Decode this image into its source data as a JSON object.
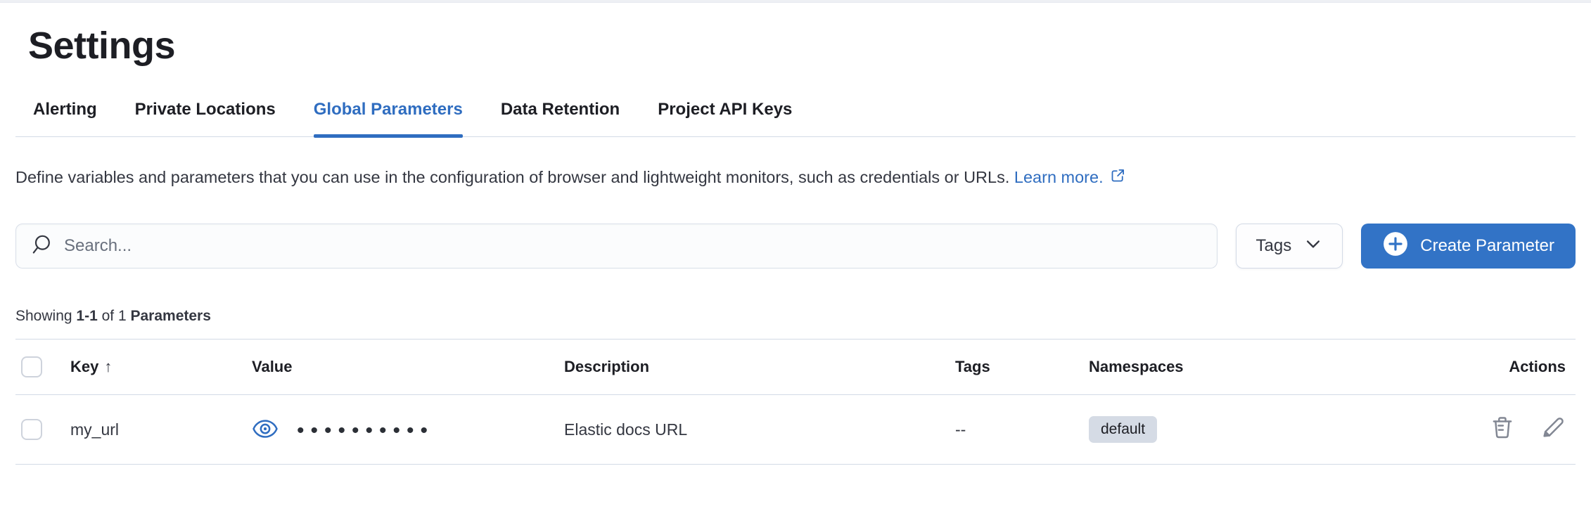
{
  "page": {
    "title": "Settings"
  },
  "tabs": [
    {
      "label": "Alerting",
      "active": false
    },
    {
      "label": "Private Locations",
      "active": false
    },
    {
      "label": "Global Parameters",
      "active": true
    },
    {
      "label": "Data Retention",
      "active": false
    },
    {
      "label": "Project API Keys",
      "active": false
    }
  ],
  "description": {
    "text": "Define variables and parameters that you can use in the configuration of browser and lightweight monitors, such as credentials or URLs.",
    "link_label": "Learn more."
  },
  "toolbar": {
    "search_placeholder": "Search...",
    "search_value": "",
    "tags_label": "Tags",
    "create_label": "Create Parameter"
  },
  "summary": {
    "prefix": "Showing",
    "range": "1-1",
    "of": "of 1",
    "entity": "Parameters"
  },
  "table": {
    "columns": {
      "key": "Key",
      "value": "Value",
      "description": "Description",
      "tags": "Tags",
      "namespaces": "Namespaces",
      "actions": "Actions"
    },
    "sort": {
      "column": "Key",
      "direction": "ascending",
      "glyph": "↑"
    },
    "rows": [
      {
        "key": "my_url",
        "masked_value": "••••••••••",
        "description": "Elastic docs URL",
        "tags": "--",
        "namespace": "default"
      }
    ]
  },
  "icons": {
    "search": "magnifier",
    "tags_dropdown": "chevron-down",
    "create": "plus-in-circle",
    "learn_more": "external-link",
    "value_toggle": "eye",
    "sort": "arrow-up",
    "row_delete": "trash",
    "row_edit": "pencil"
  },
  "colors": {
    "primary_blue": "#2F6DC0",
    "button_blue": "#3273C6",
    "text": "#343741",
    "heading": "#1D1E24",
    "muted_text": "#69707D",
    "border": "#D3DAE6",
    "badge_bg": "#D5DBE5",
    "field_bg": "#FBFCFD"
  }
}
